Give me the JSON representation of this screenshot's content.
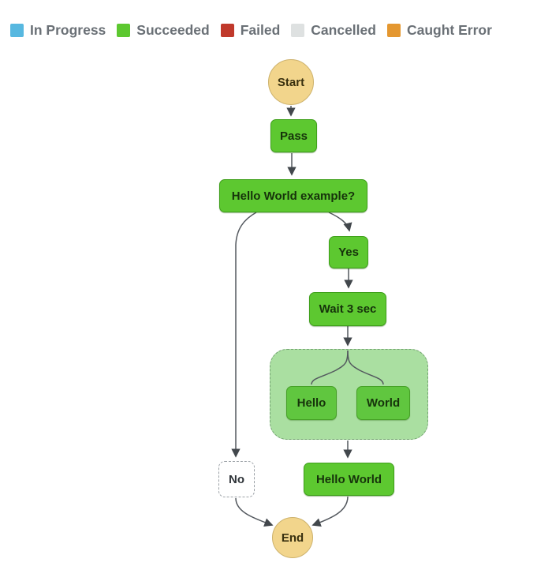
{
  "legend": {
    "items": [
      {
        "label": "In Progress",
        "color": "#57b8e0"
      },
      {
        "label": "Succeeded",
        "color": "#5dc830"
      },
      {
        "label": "Failed",
        "color": "#c0392b"
      },
      {
        "label": "Cancelled",
        "color": "#dee1e1"
      },
      {
        "label": "Caught Error",
        "color": "#e49730"
      }
    ]
  },
  "diagram": {
    "nodes": {
      "start": {
        "label": "Start",
        "status": "start"
      },
      "pass": {
        "label": "Pass",
        "status": "succeeded"
      },
      "choice": {
        "label": "Hello World example?",
        "status": "succeeded"
      },
      "yes": {
        "label": "Yes",
        "status": "succeeded"
      },
      "wait": {
        "label": "Wait 3 sec",
        "status": "succeeded"
      },
      "parallel_hello": {
        "label": "Hello",
        "status": "succeeded"
      },
      "parallel_world": {
        "label": "World",
        "status": "succeeded"
      },
      "hello_world": {
        "label": "Hello World",
        "status": "succeeded"
      },
      "no": {
        "label": "No",
        "status": "not-executed"
      },
      "end": {
        "label": "End",
        "status": "end"
      }
    },
    "colors": {
      "in_progress": "#57b8e0",
      "succeeded_fill": "#5dc830",
      "succeeded_border": "#3fa01b",
      "failed": "#c0392b",
      "cancelled": "#dee1e1",
      "caught_error": "#e49730",
      "start_end_fill": "#f2d58c",
      "start_end_border": "#cdb26c",
      "parallel_group_fill": "#aadfa1",
      "parallel_group_border": "#74a372",
      "edge": "#53585e"
    }
  }
}
